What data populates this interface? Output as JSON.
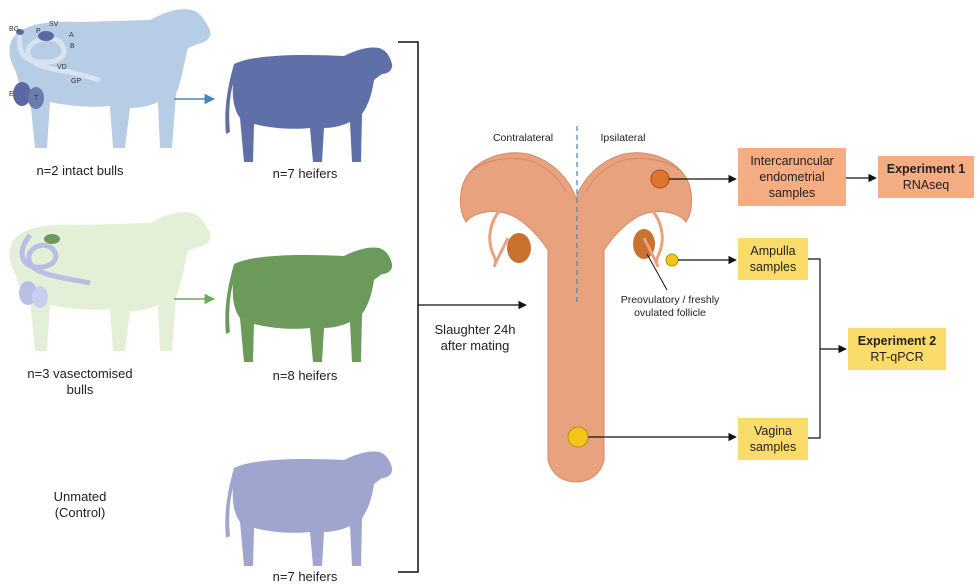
{
  "groups": {
    "intact": {
      "bull_label": "n=2 intact bulls",
      "heifer_label": "n=7 heifers"
    },
    "vasectomised": {
      "bull_label_line1": "n=3 vasectomised",
      "bull_label_line2": "bulls",
      "heifer_label": "n=8 heifers"
    },
    "control": {
      "label_line1": "Unmated",
      "label_line2": "(Control)",
      "heifer_label": "n=7 heifers"
    }
  },
  "bull_anatomy_labels": [
    "BG",
    "SV",
    "P",
    "A",
    "B",
    "VD",
    "GP",
    "E",
    "T"
  ],
  "slaughter": {
    "line1": "Slaughter 24h",
    "line2": "after mating"
  },
  "uterus": {
    "contralateral": "Contralateral",
    "ipsilateral": "Ipsilateral",
    "follicle_line1": "Preovulatory / freshly",
    "follicle_line2": "ovulated follicle"
  },
  "samples": {
    "intercaruncular": {
      "line1": "Intercaruncular",
      "line2": "endometrial",
      "line3": "samples"
    },
    "ampulla": {
      "line1": "Ampulla",
      "line2": "samples"
    },
    "vagina": {
      "line1": "Vagina",
      "line2": "samples"
    }
  },
  "experiments": {
    "exp1": {
      "title": "Experiment 1",
      "method": "RNAseq"
    },
    "exp2": {
      "title": "Experiment 2",
      "method": "RT-qPCR"
    }
  },
  "colors": {
    "intact_bull": "#b7cde6",
    "intact_heifer": "#5f6fa8",
    "vasect_bull": "#e3efd6",
    "vasect_heifer": "#6b9a5a",
    "control_heifer": "#9fa5cf",
    "uterus": "#e9a27e",
    "box_orange": "#f4ac82",
    "box_yellow": "#fbdc6a",
    "arrow_blue": "#4a83b8",
    "arrow_green": "#6aaa5a"
  }
}
